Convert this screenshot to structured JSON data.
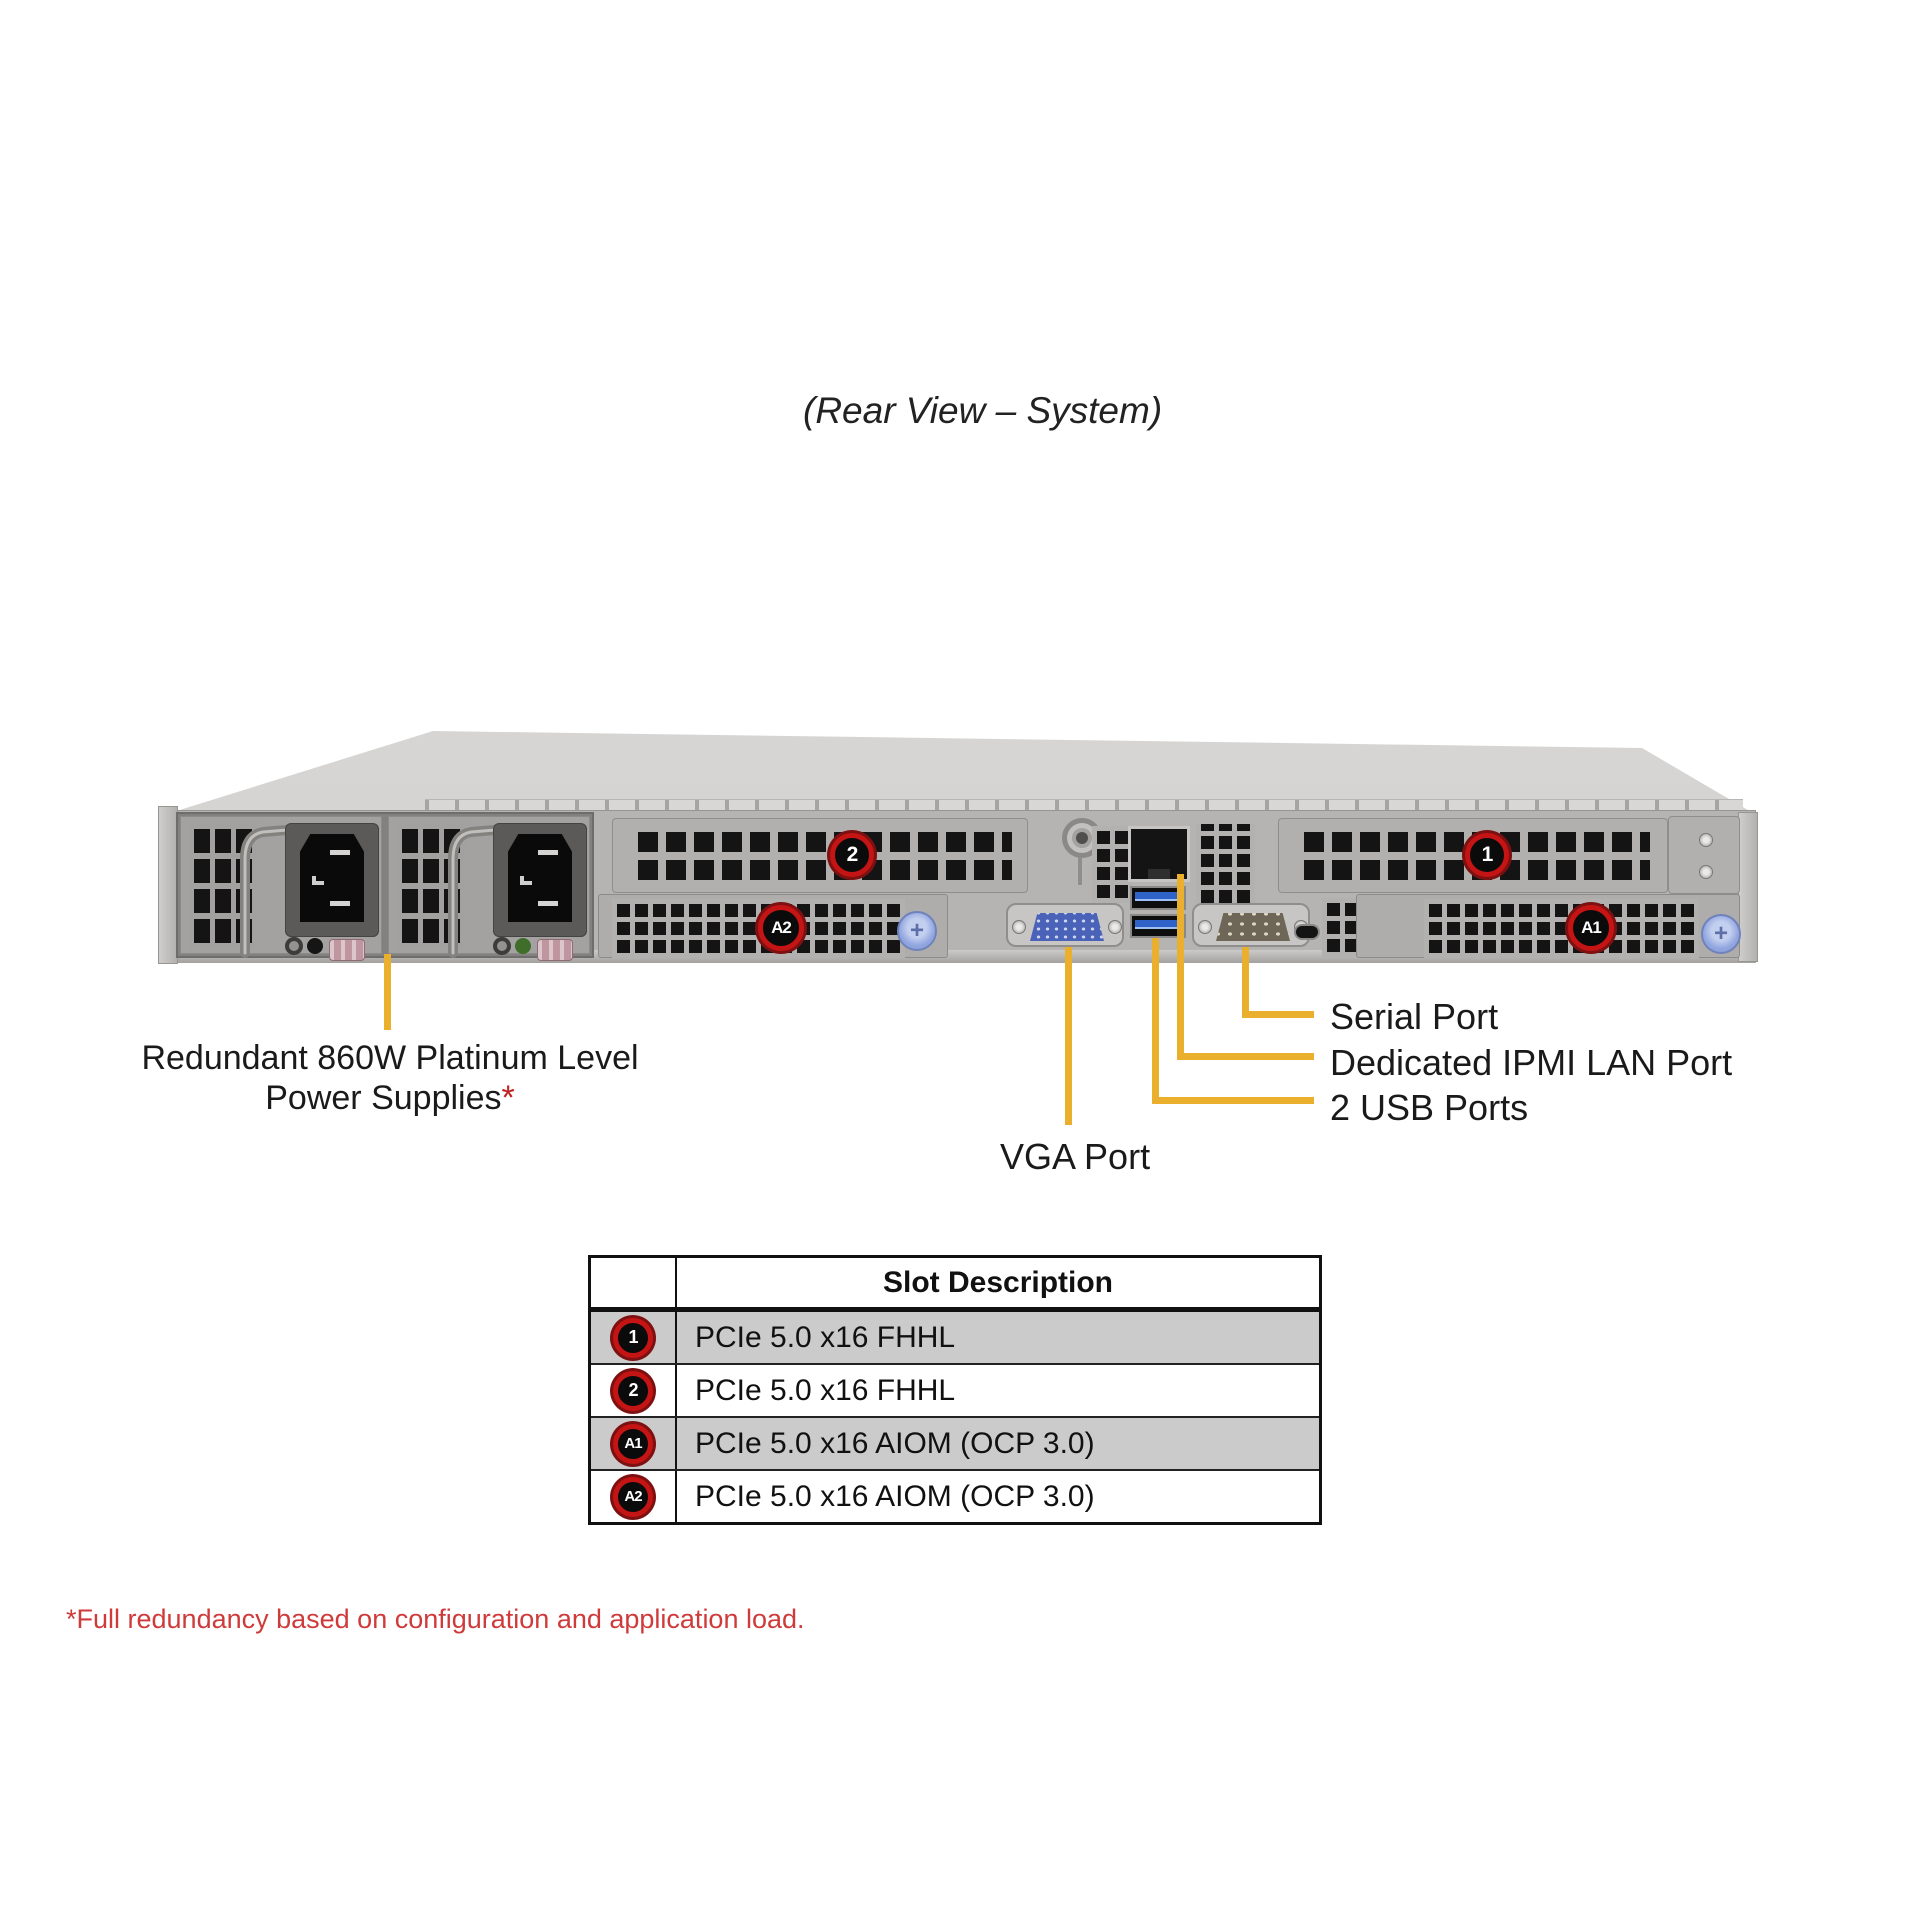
{
  "title": "(Rear View – System)",
  "chassis": {
    "slot_badges": {
      "slot1": "1",
      "slot2": "2",
      "aiom_a1": "A1",
      "aiom_a2": "A2"
    }
  },
  "callouts": {
    "serial": "Serial Port",
    "ipmi_lan": "Dedicated IPMI LAN Port",
    "usb": "2 USB Ports",
    "vga": "VGA Port",
    "psu_line1": "Redundant 860W Platinum Level",
    "psu_line2": "Power Supplies",
    "psu_footnote_marker": "*"
  },
  "slot_table": {
    "header": "Slot Description",
    "rows": [
      {
        "badge": "1",
        "description": "PCIe 5.0 x16 FHHL"
      },
      {
        "badge": "2",
        "description": "PCIe 5.0 x16 FHHL"
      },
      {
        "badge": "A1",
        "description": "PCIe 5.0 x16 AIOM (OCP 3.0)"
      },
      {
        "badge": "A2",
        "description": "PCIe 5.0 x16 AIOM (OCP 3.0)"
      }
    ]
  },
  "footnote": "*Full redundancy based on configuration and application load.",
  "colors": {
    "callout_yellow": "#e9af2d",
    "badge_red": "#c41414",
    "table_row_gray": "#cbcbcb",
    "footnote_red": "#cf3a3a",
    "vga_blue": "#4a63b8",
    "usb_blue": "#2f63c9",
    "thumbscrew_blue": "#93a7e0"
  }
}
